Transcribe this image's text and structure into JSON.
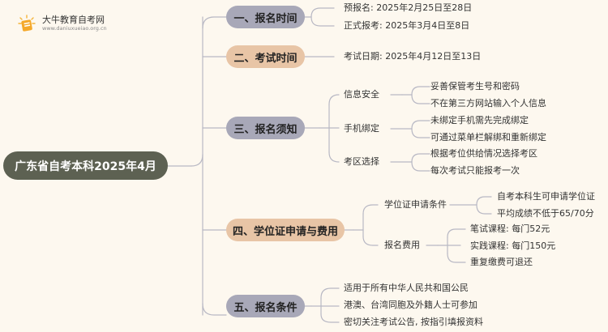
{
  "logo": {
    "title": "大牛教育自考网",
    "url": "www.daniuxueiao.org.cn"
  },
  "root": "广东省自考本科2025年4月",
  "sections": [
    {
      "label": "一、报名时间",
      "leaves": [
        "预报名: 2025年2月25日至28日",
        "正式报考: 2025年3月4日至8日"
      ]
    },
    {
      "label": "二、考试时间",
      "leaves": [
        "考试日期: 2025年4月12日至13日"
      ]
    },
    {
      "label": "三、报名须知",
      "groups": [
        {
          "label": "信息安全",
          "leaves": [
            "妥善保管考生号和密码",
            "不在第三方网站输入个人信息"
          ]
        },
        {
          "label": "手机绑定",
          "leaves": [
            "未绑定手机需先完成绑定",
            "可通过菜单栏解绑和重新绑定"
          ]
        },
        {
          "label": "考区选择",
          "leaves": [
            "根据考位供给情况选择考区",
            "每次考试只能报考一次"
          ]
        }
      ]
    },
    {
      "label": "四、学位证申请与费用",
      "groups": [
        {
          "label": "学位证申请条件",
          "leaves": [
            "自考本科生可申请学位证",
            "平均成绩不低于65/70分"
          ]
        },
        {
          "label": "报名费用",
          "leaves": [
            "笔试课程: 每门52元",
            "实践课程: 每门150元",
            "重复缴费可退还"
          ]
        }
      ]
    },
    {
      "label": "五、报名条件",
      "leaves": [
        "适用于所有中华人民共和国公民",
        "港澳、台湾同胞及外籍人士可参加",
        "密切关注考试公告, 按指引填报资料"
      ]
    }
  ]
}
